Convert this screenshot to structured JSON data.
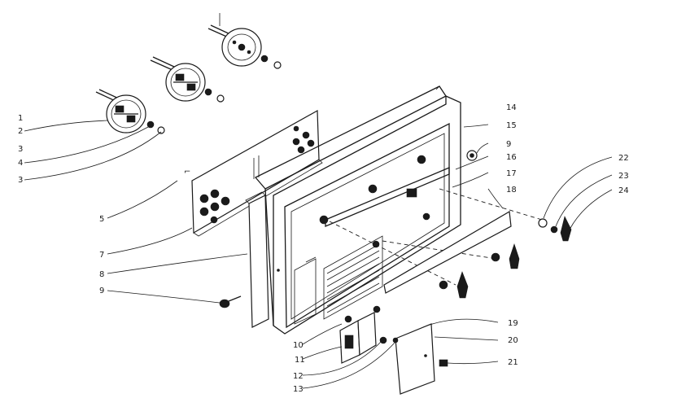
{
  "diagram": {
    "callouts": [
      "1",
      "2",
      "3",
      "4",
      "3",
      "5",
      "7",
      "8",
      "9",
      "10",
      "11",
      "12",
      "13",
      "14",
      "15",
      "9",
      "16",
      "17",
      "18",
      "19",
      "20",
      "21",
      "22",
      "23",
      "24"
    ]
  }
}
